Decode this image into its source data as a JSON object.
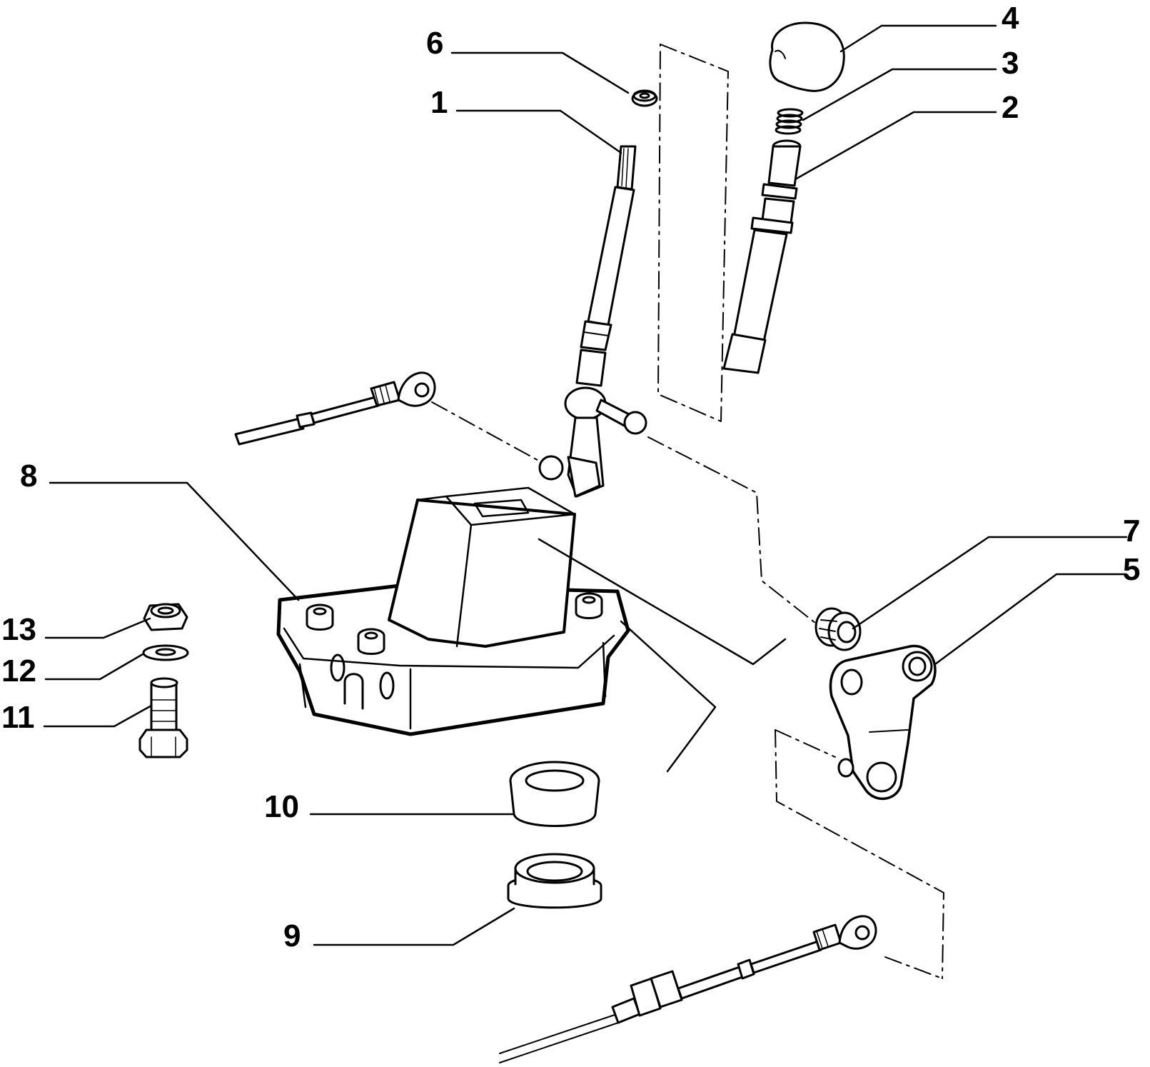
{
  "diagram": {
    "callouts": {
      "c1": "1",
      "c2": "2",
      "c3": "3",
      "c4": "4",
      "c5": "5",
      "c6": "6",
      "c7": "7",
      "c8": "8",
      "c9": "9",
      "c10": "10",
      "c11": "11",
      "c12": "12",
      "c13": "13"
    }
  },
  "colors": {
    "line": "#000000",
    "background": "#ffffff"
  }
}
